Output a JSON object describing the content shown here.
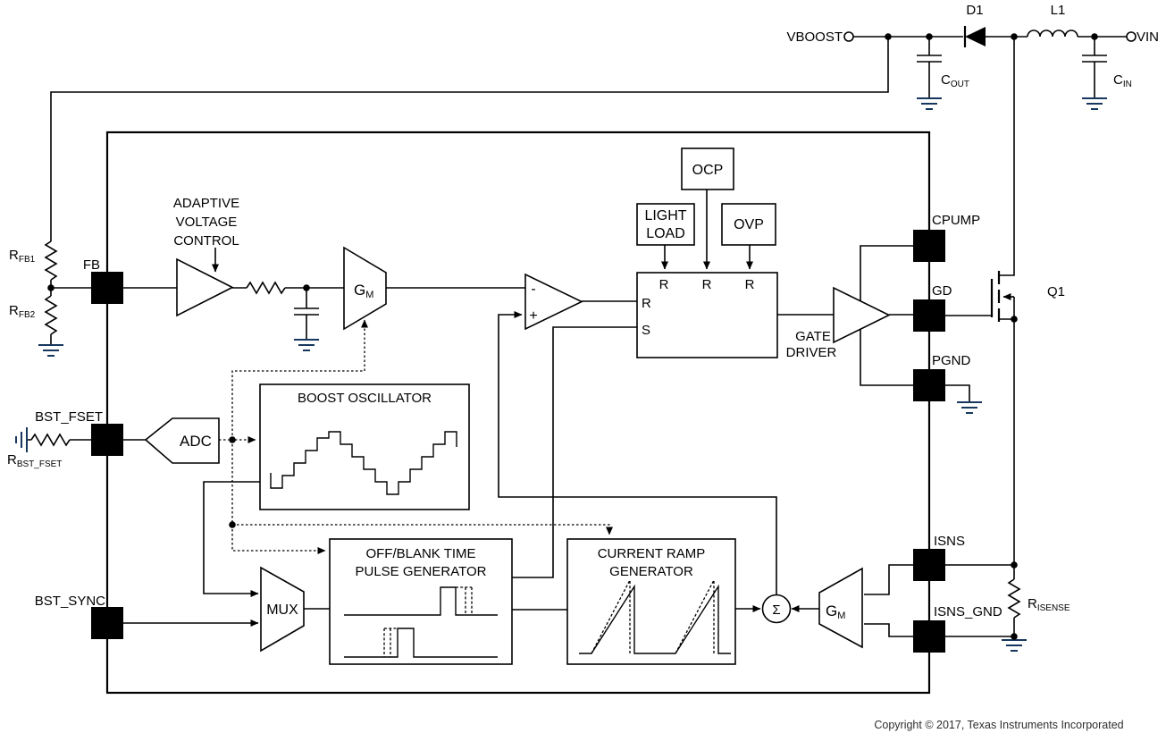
{
  "external": {
    "vboost": "VBOOST",
    "vin": "VIN",
    "d1": "D1",
    "l1": "L1",
    "q1": "Q1",
    "cout": {
      "base": "C",
      "sub": "OUT"
    },
    "cin": {
      "base": "C",
      "sub": "IN"
    },
    "rfb1": {
      "base": "R",
      "sub": "FB1"
    },
    "rfb2": {
      "base": "R",
      "sub": "FB2"
    },
    "rbst_fset": {
      "base": "R",
      "sub": "BST_FSET"
    },
    "risense": {
      "base": "R",
      "sub": "ISENSE"
    }
  },
  "pins": {
    "fb": "FB",
    "bst_fset": "BST_FSET",
    "bst_sync": "BST_SYNC",
    "cpump": "CPUMP",
    "gd": "GD",
    "pgnd": "PGND",
    "isns": "ISNS",
    "isns_gnd": "ISNS_GND"
  },
  "blocks": {
    "avc1": "ADAPTIVE",
    "avc2": "VOLTAGE",
    "avc3": "CONTROL",
    "gm": {
      "base": "G",
      "sub": "M"
    },
    "adc": "ADC",
    "boost_osc": "BOOST OSCILLATOR",
    "mux": "MUX",
    "offblank1": "OFF/BLANK TIME",
    "offblank2": "PULSE GENERATOR",
    "ramp1": "CURRENT RAMP",
    "ramp2": "GENERATOR",
    "ocp": "OCP",
    "light1": "LIGHT",
    "light2": "LOAD",
    "ovp": "OVP",
    "gate1": "GATE",
    "gate2": "DRIVER",
    "sigma": "Σ",
    "latch_r": "R",
    "latch_s": "S",
    "cmp_minus": "-",
    "cmp_plus": "+"
  },
  "footer": {
    "copyright": "Copyright © 2017, Texas Instruments Incorporated"
  },
  "colors": {
    "line": "#000000",
    "ground": "#17375e",
    "background": "#ffffff"
  }
}
